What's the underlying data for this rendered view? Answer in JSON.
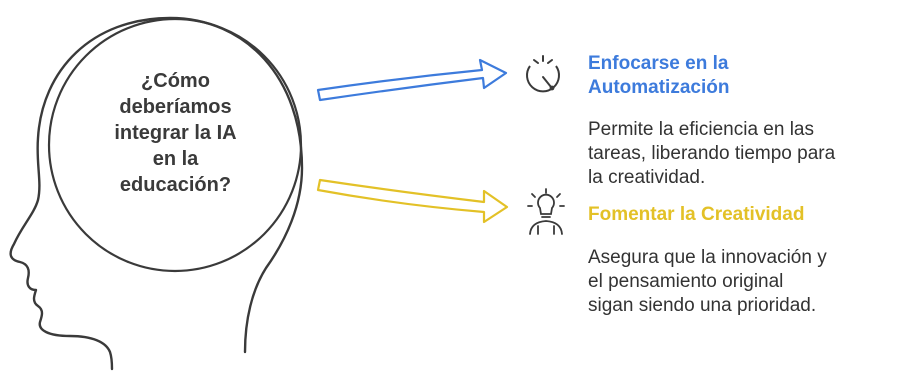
{
  "center": {
    "question_lines": [
      "¿Cómo",
      "deberíamos",
      "integrar la IA",
      "en la",
      "educación?"
    ]
  },
  "options": [
    {
      "title_lines": [
        "Enfocarse en la",
        "Automatización"
      ],
      "description_lines": [
        "Permite la eficiencia en las",
        "tareas, liberando tiempo para",
        "la creatividad."
      ],
      "color": "#3d7bdc",
      "icon": "dial-gauge-icon"
    },
    {
      "title_lines": [
        "Fomentar la Creatividad"
      ],
      "description_lines": [
        "Asegura que la innovación y",
        "el pensamiento original",
        "sigan siendo una prioridad."
      ],
      "color": "#e3c127",
      "icon": "lightbulb-person-icon"
    }
  ],
  "colors": {
    "outline": "#3a3a3a",
    "text": "#333333"
  }
}
